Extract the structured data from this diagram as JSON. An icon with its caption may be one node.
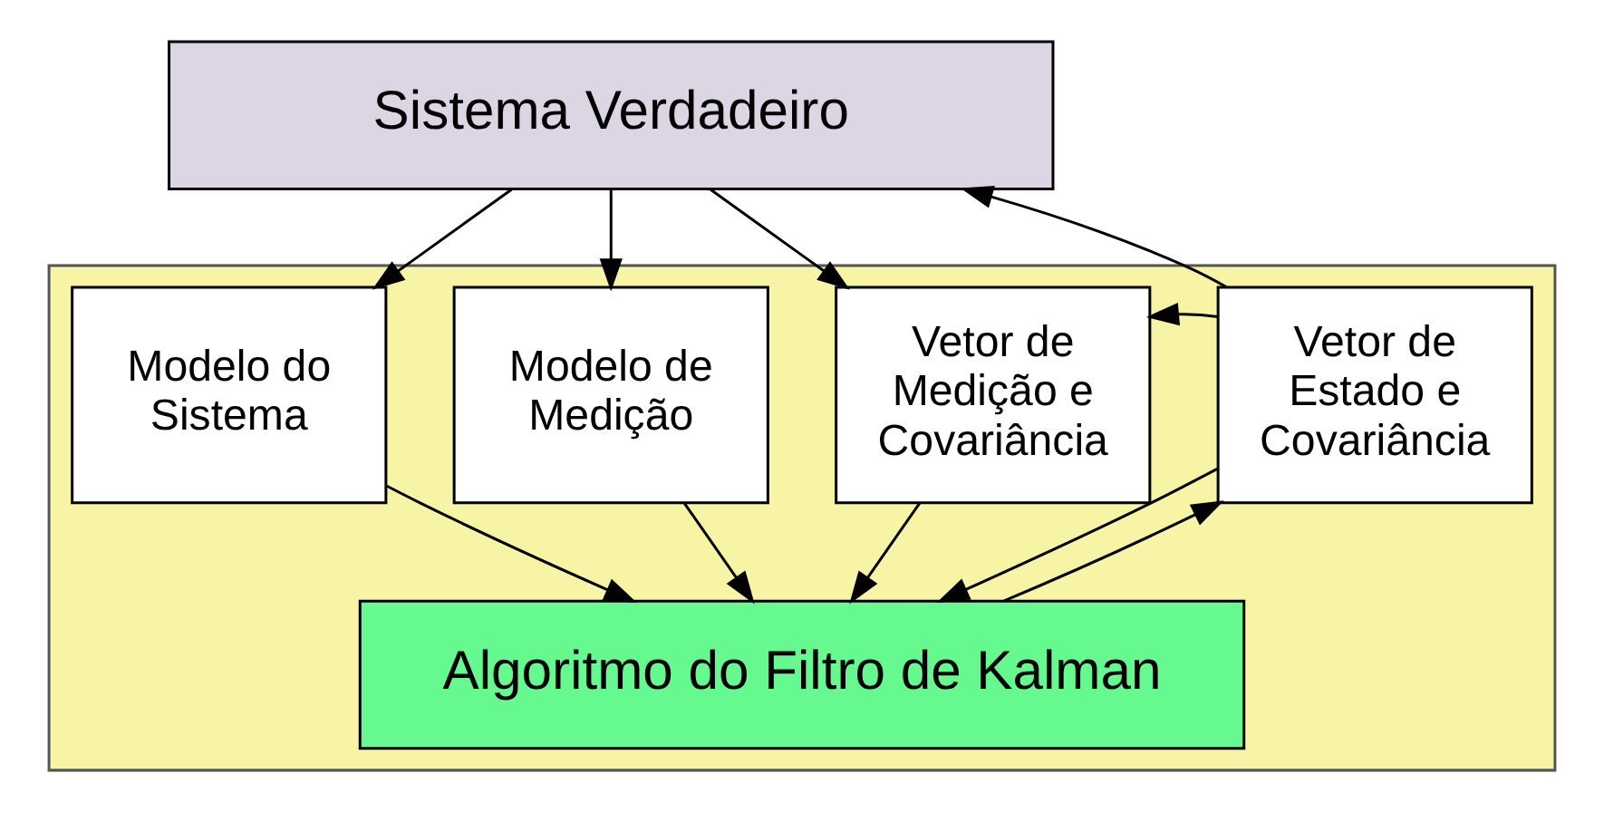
{
  "diagram": {
    "nodes": [
      {
        "text": [
          "Sistema Verdadeiro"
        ]
      },
      {
        "text": [],
        "shape": "box"
      },
      {
        "text": [
          "Modelo do Sistema"
        ],
        "in": 1
      },
      {
        "text": [
          "Modelo de Medição"
        ],
        "in": 1
      },
      {
        "text": [
          "Vetor de Medição e Covariância"
        ],
        "in": 1
      },
      {
        "text": [
          "Vetor de Estado e Covariância"
        ],
        "in": 1
      },
      {
        "text": [
          "Algoritmo do Filtro de Kalman"
        ],
        "in": 1
      }
    ],
    "edges": [
      {
        "from": 0,
        "to": 2,
        "arrow": "to"
      },
      {
        "from": 0,
        "to": 3,
        "arrow": "to"
      },
      {
        "from": 0,
        "to": 4,
        "arrow": "to"
      },
      {
        "from": 5,
        "to": 0,
        "arrow": "to"
      },
      {
        "from": 5,
        "to": 4,
        "arrow": "to"
      },
      {
        "from": 2,
        "to": 6,
        "arrow": "to"
      },
      {
        "from": 3,
        "to": 6,
        "arrow": "to"
      },
      {
        "from": 4,
        "to": 6,
        "arrow": "to"
      },
      {
        "from": 6,
        "to": 5,
        "arrow": "to"
      },
      {
        "from": 5,
        "to": 6,
        "arrow": "to"
      }
    ]
  }
}
